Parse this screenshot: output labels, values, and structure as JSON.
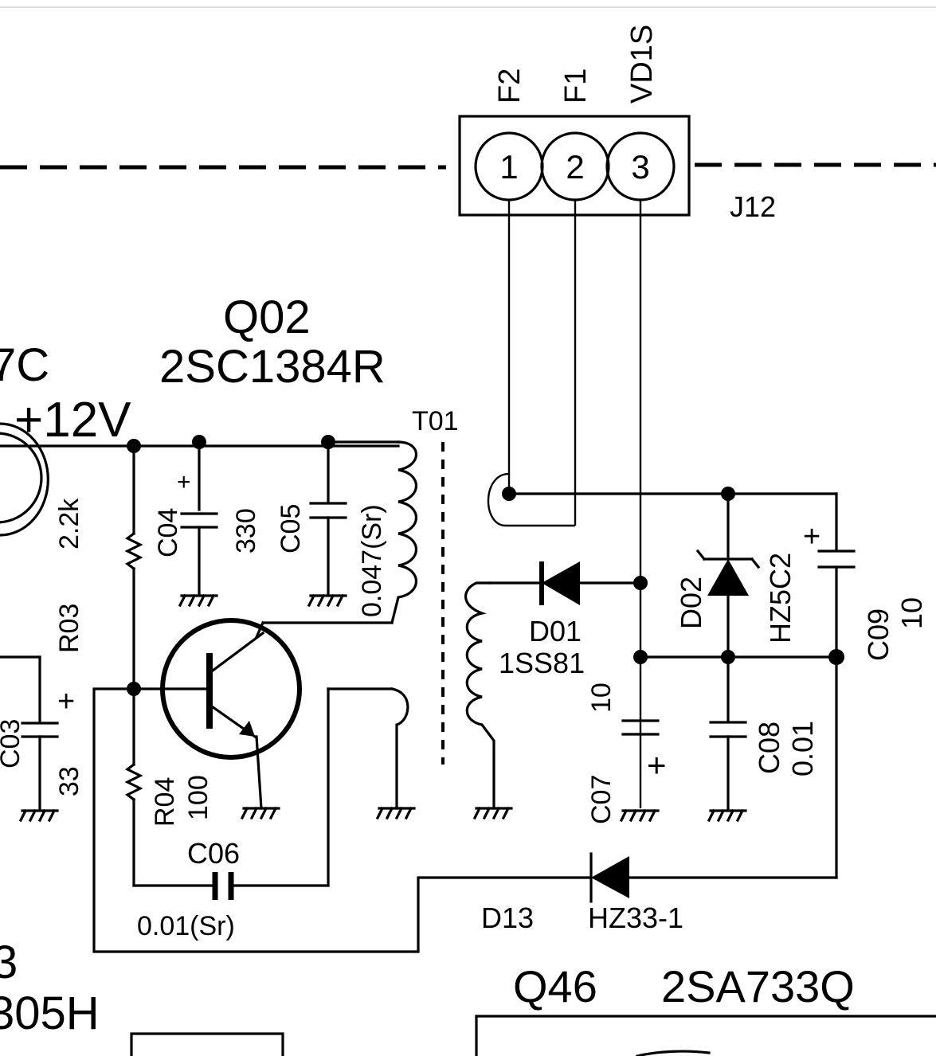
{
  "connector": {
    "ref": "J12",
    "pins": [
      {
        "number": "1",
        "signal": "F2"
      },
      {
        "number": "2",
        "signal": "F1"
      },
      {
        "number": "3",
        "signal": "VD1S"
      }
    ]
  },
  "transistor_q02": {
    "ref": "Q02",
    "part": "2SC1384R"
  },
  "partial_left_label": "7C",
  "supply_label": "+12V",
  "transformer": {
    "ref": "T01"
  },
  "components": {
    "c04": {
      "ref": "C04",
      "value": "330",
      "polarity": "+"
    },
    "c05": {
      "ref": "C05",
      "value": "0.047(Sr)"
    },
    "r03": {
      "ref": "R03",
      "value": "2.2k"
    },
    "c03": {
      "ref": "C03",
      "value": "33",
      "polarity": "+"
    },
    "r04": {
      "ref": "R04",
      "value": "100"
    },
    "c06": {
      "ref": "C06",
      "value": "0.01(Sr)"
    },
    "d01": {
      "ref": "D01",
      "part": "1SS81"
    },
    "d02": {
      "ref": "D02",
      "part": "HZ5C2"
    },
    "c07": {
      "ref": "C07",
      "value": "10",
      "polarity": "+"
    },
    "c08": {
      "ref": "C08",
      "value": "0.01"
    },
    "c09": {
      "ref": "C09",
      "value": "10",
      "polarity": "+"
    },
    "d13": {
      "ref": "D13",
      "part": "HZ33-1"
    }
  },
  "bottom_left": {
    "line1": "3",
    "line2": "305H"
  },
  "transistor_q46": {
    "ref": "Q46",
    "part": "2SA733Q"
  }
}
